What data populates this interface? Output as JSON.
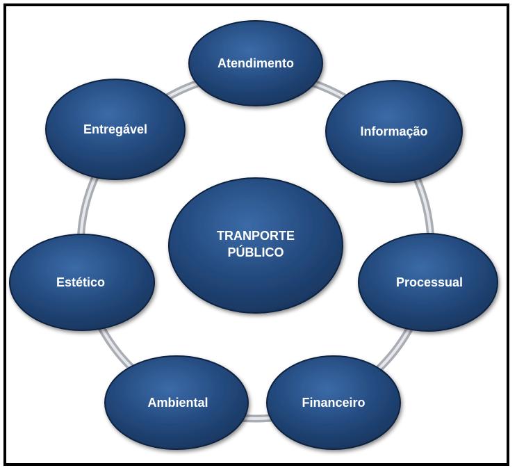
{
  "center": {
    "line1": "TRANPORTE",
    "line2": "PÚBLICO"
  },
  "nodes": [
    {
      "id": "atendimento",
      "label": "Atendimento"
    },
    {
      "id": "informacao",
      "label": "Informação"
    },
    {
      "id": "processual",
      "label": "Processual"
    },
    {
      "id": "financeiro",
      "label": "Financeiro"
    },
    {
      "id": "ambiental",
      "label": "Ambiental"
    },
    {
      "id": "estetico",
      "label": "Estético"
    },
    {
      "id": "entregavel",
      "label": "Entregável"
    }
  ],
  "colors": {
    "node_fill": "#22477a",
    "node_fill_light": "#3a6aa6",
    "node_stroke": "#0f2340",
    "ring_stroke": "#a8acb4",
    "ring_highlight": "#e6e8ec",
    "frame_border": "#000000"
  }
}
